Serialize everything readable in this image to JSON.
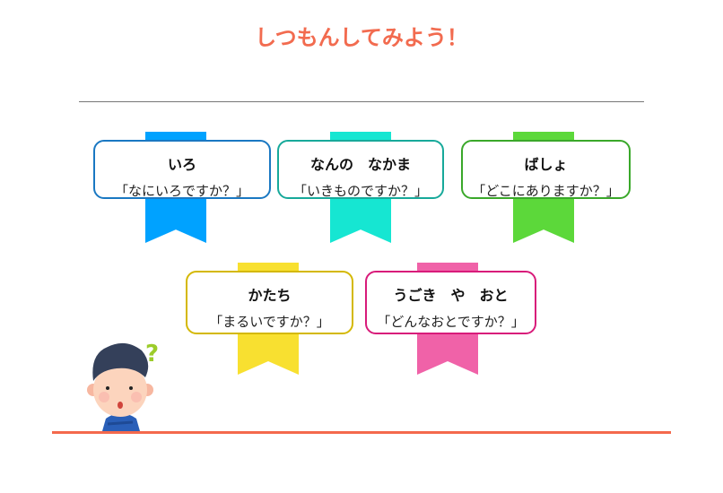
{
  "title": "しつもんしてみよう！",
  "cards": [
    {
      "heading": "いろ",
      "question": "「なにいろですか？」",
      "ribbon_color": "#00a2ff",
      "border_color": "#1a78c2"
    },
    {
      "heading": "なんの　なかま",
      "question": "「いきものですか？」",
      "ribbon_color": "#16e6d2",
      "border_color": "#17a99a"
    },
    {
      "heading": "ばしょ",
      "question": "「どこにありますか？」",
      "ribbon_color": "#5cd83a",
      "border_color": "#3aa82a"
    },
    {
      "heading": "かたち",
      "question": "「まるいですか？」",
      "ribbon_color": "#f8e030",
      "border_color": "#d4b800"
    },
    {
      "heading": "うごき　や　おと",
      "question": "「どんなおとですか？」",
      "ribbon_color": "#f062a8",
      "border_color": "#d81b7a"
    }
  ]
}
